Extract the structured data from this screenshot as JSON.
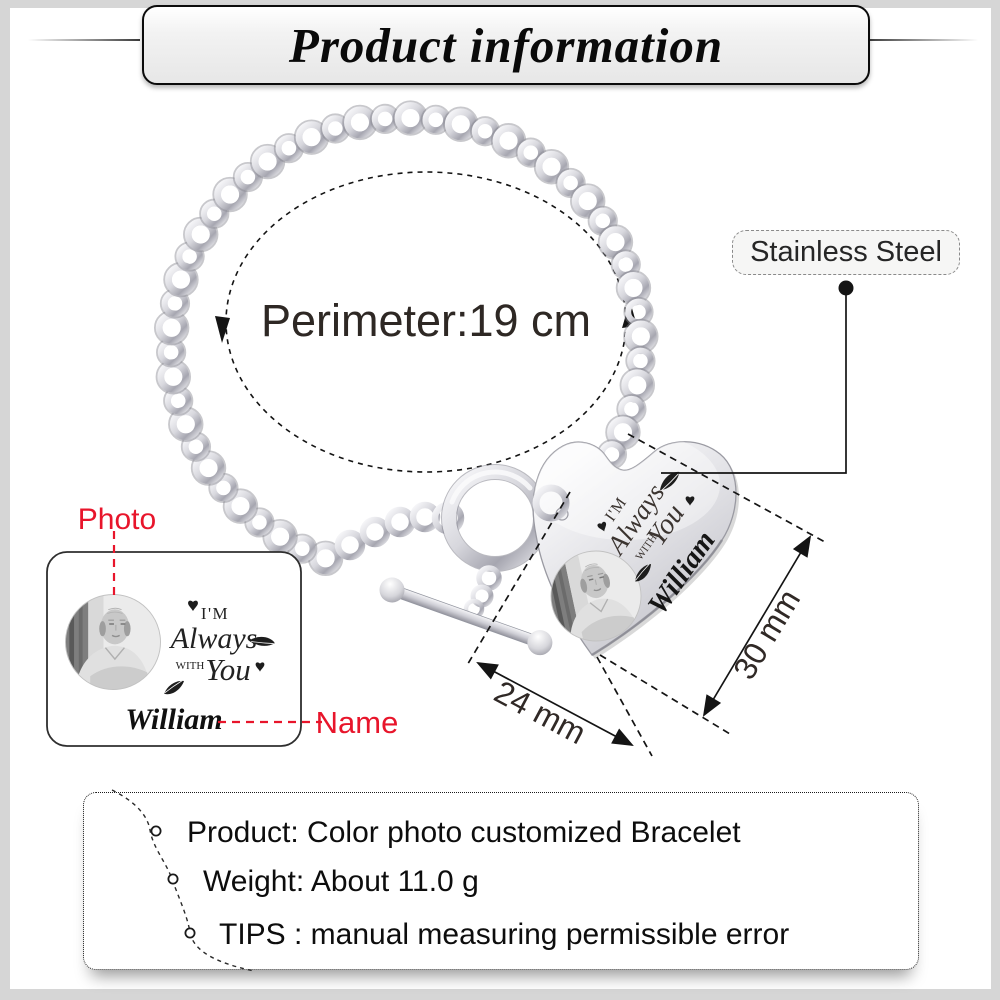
{
  "title": "Product information",
  "material_chip": {
    "label": "Stainless Steel"
  },
  "bracelet": {
    "perimeter_label": "Perimeter:19 cm"
  },
  "pendant": {
    "engraving_line1": "I'M",
    "engraving_line2": "Always",
    "engraving_line3": "WITH",
    "engraving_line4": "You",
    "engraved_name": "William",
    "width_label": "24 mm",
    "height_label": "30 mm"
  },
  "card": {
    "photo_callout": "Photo",
    "name_callout": "Name",
    "engraving_line1": "I'M",
    "engraving_line2": "Always",
    "engraving_line3": "WITH",
    "engraving_line4": "You",
    "engraved_name": "William"
  },
  "info_box": {
    "items": [
      "Product: Color photo customized Bracelet",
      "Weight: About 11.0 g",
      "TIPS : manual measuring permissible error"
    ]
  },
  "colors": {
    "accent_red": "#e8152b",
    "metal": "#c9c9cf",
    "text_dark": "#2e2824"
  }
}
